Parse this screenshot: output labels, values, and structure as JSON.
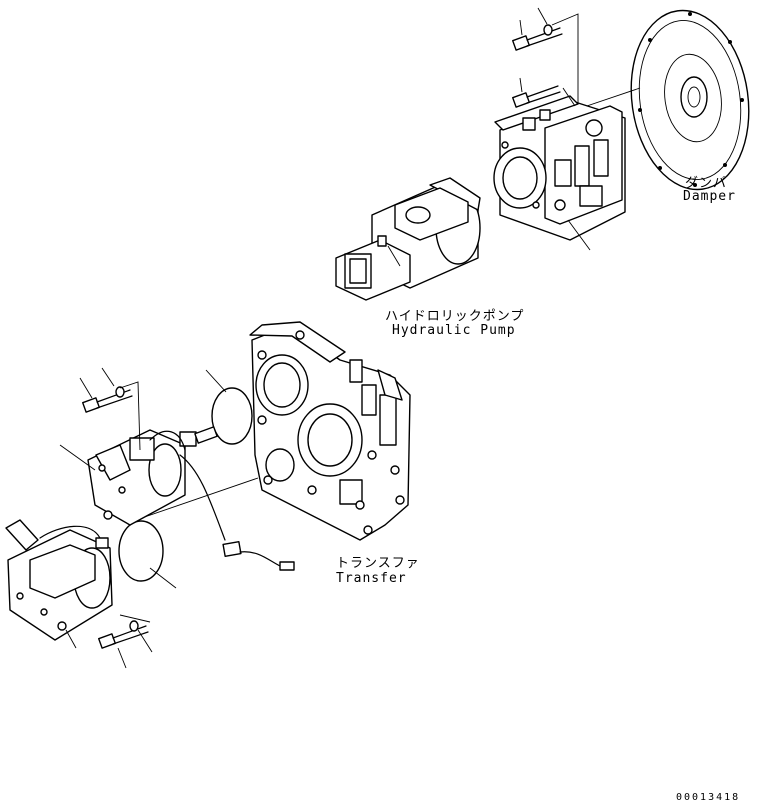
{
  "labels": {
    "damper_jp": "ダンパ",
    "damper_en": "Damper",
    "pump_jp": "ハイドロリックポンプ",
    "pump_en": "Hydraulic Pump",
    "transfer_jp": "トランスファ",
    "transfer_en": "Transfer"
  },
  "document_number": "00013418"
}
